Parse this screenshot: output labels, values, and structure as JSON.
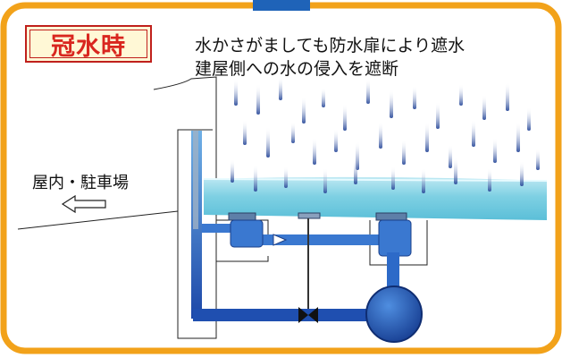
{
  "mode_label": "冠水時",
  "description_lines": [
    "水かさがましても防水扉により遮水",
    "建屋側への水の侵入を遮断"
  ],
  "indoor_label": "屋内・駐車場",
  "colors": {
    "frame": "#f2a21a",
    "top_tab": "#1f63b8",
    "label_border": "#c0201c",
    "label_text": "#d9261f",
    "label_bg": "#fff8d6",
    "flood_water": "#6cc9de",
    "pipe_blue": "#1f5bbf",
    "pump": "#2a64c0",
    "rain": "#2d4d9c"
  },
  "icons": {
    "arrow": "left-arrow-icon",
    "valve": "bowtie-valve-icon",
    "pump": "pump-circle-icon"
  }
}
